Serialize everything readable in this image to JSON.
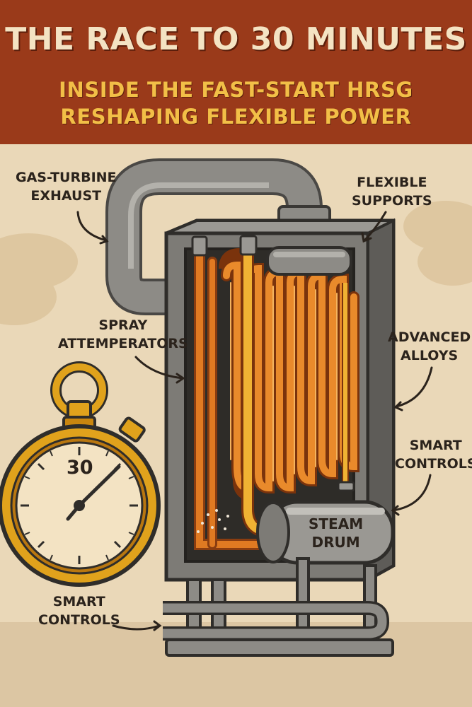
{
  "header": {
    "title": "THE RACE TO 30 MINUTES",
    "subtitle_line1": "INSIDE THE FAST-START HRSG",
    "subtitle_line2": "RESHAPING FLEXIBLE POWER"
  },
  "callouts": {
    "gas_turbine_exhaust": [
      "GAS-TURBINE",
      "EXHAUST"
    ],
    "flexible_supports": [
      "FLEXIBLE",
      "SUPPORTS"
    ],
    "spray_attemperators": [
      "SPRAY",
      "ATTEMPERATORS"
    ],
    "advanced_alloys": [
      "ADVANCED",
      "ALLOYS"
    ],
    "smart_controls_right": [
      "SMART",
      "CONTROLS"
    ],
    "smart_controls_left": [
      "SMART",
      "CONTROLS"
    ]
  },
  "stopwatch": {
    "dial_number": "30"
  },
  "steam_drum": {
    "label": [
      "STEAM",
      "DRUM"
    ]
  },
  "colors": {
    "header_bg": "#9a3a1a",
    "title_text": "#f4e3c3",
    "subtitle_text": "#f2bf47",
    "background": "#ead8b8",
    "tubes": "#e07a22",
    "casing": "#7d7b76",
    "stopwatch_gold": "#e0a21c"
  },
  "icons": [
    "stopwatch-icon",
    "steam-drum-icon",
    "exhaust-pipe-icon",
    "heat-exchanger-tubes-icon"
  ]
}
